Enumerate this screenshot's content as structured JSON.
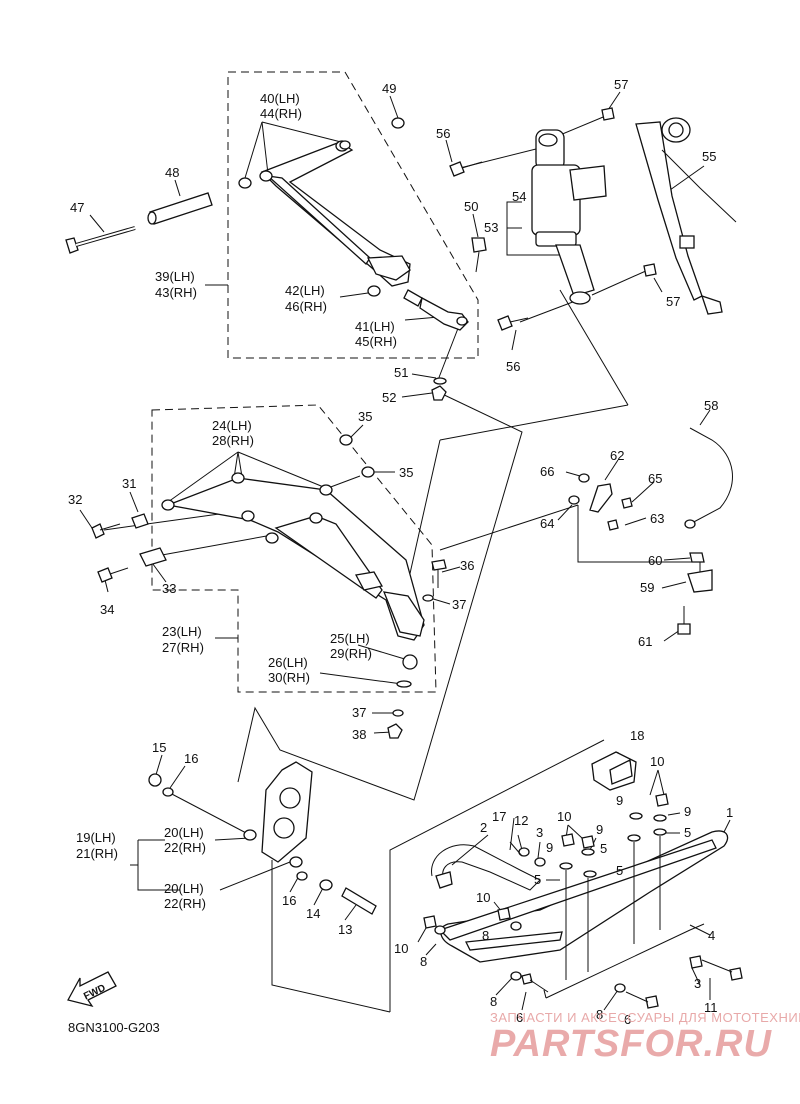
{
  "diagram_code": "8GN3100-G203",
  "fwd_label": "FWD",
  "watermark": {
    "tagline": "ЗАПЧАСТИ И АКСЕССУАРЫ ДЛЯ МОТОТЕХНИКИ",
    "brand": "PARTSFOR.RU"
  },
  "callouts": {
    "c1": "1",
    "c2": "2",
    "c3a": "3",
    "c3b": "3",
    "c4": "4",
    "c5a": "5",
    "c5b": "5",
    "c5c": "5",
    "c5d": "5",
    "c6a": "6",
    "c6b": "6",
    "c8a": "8",
    "c8b": "8",
    "c8c": "8",
    "c8d": "8",
    "c9a": "9",
    "c9b": "9",
    "c9c": "9",
    "c9d": "9",
    "c10a": "10",
    "c10b": "10",
    "c10c": "10",
    "c10d": "10",
    "c11": "11",
    "c12": "12",
    "c13": "13",
    "c14": "14",
    "c15": "15",
    "c16a": "16",
    "c16b": "16",
    "c17": "17",
    "c18": "18",
    "c19": "19(LH)",
    "c21": "21(RH)",
    "c20a": "20(LH)",
    "c22a": "22(RH)",
    "c20b": "20(LH)",
    "c22b": "22(RH)",
    "c23": "23(LH)",
    "c27": "27(RH)",
    "c24": "24(LH)",
    "c28": "28(RH)",
    "c25": "25(LH)",
    "c29": "29(RH)",
    "c26": "26(LH)",
    "c30": "30(RH)",
    "c31": "31",
    "c32": "32",
    "c33": "33",
    "c34": "34",
    "c35a": "35",
    "c35b": "35",
    "c36": "36",
    "c37a": "37",
    "c37b": "37",
    "c38": "38",
    "c39": "39(LH)",
    "c43": "43(RH)",
    "c40": "40(LH)",
    "c44": "44(RH)",
    "c41": "41(LH)",
    "c45": "45(RH)",
    "c42": "42(LH)",
    "c46": "46(RH)",
    "c47": "47",
    "c48": "48",
    "c49": "49",
    "c50": "50",
    "c51": "51",
    "c52": "52",
    "c53": "53",
    "c54": "54",
    "c55": "55",
    "c56a": "56",
    "c56b": "56",
    "c57a": "57",
    "c57b": "57",
    "c58": "58",
    "c59": "59",
    "c60": "60",
    "c61": "61",
    "c62": "62",
    "c63": "63",
    "c64": "64",
    "c65": "65",
    "c66": "66"
  }
}
